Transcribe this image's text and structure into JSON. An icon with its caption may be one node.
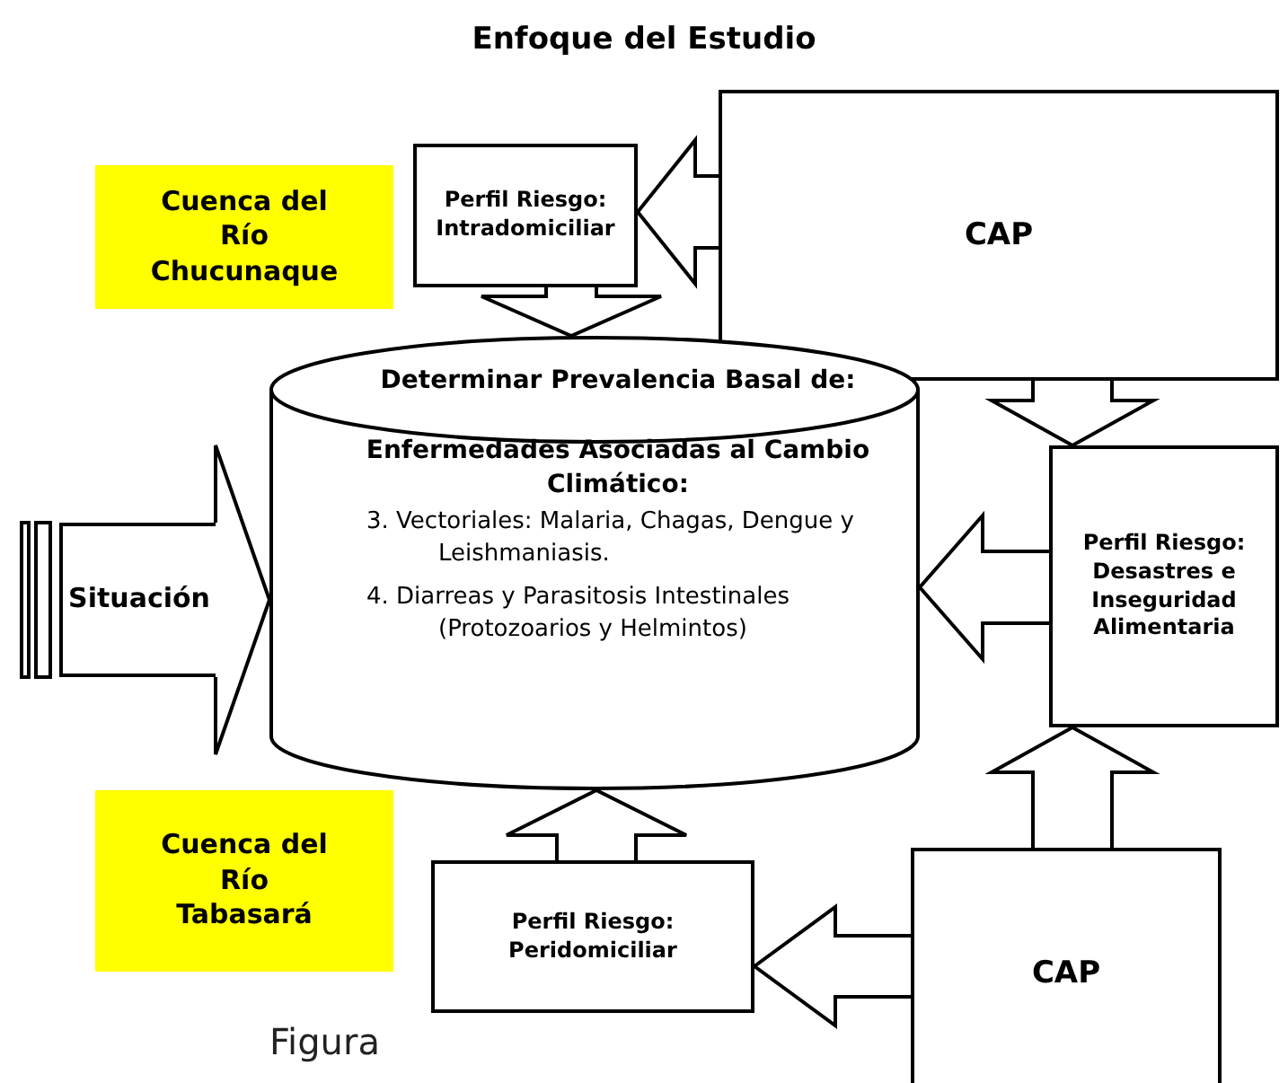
{
  "diagram": {
    "title": "Enfoque del Estudio",
    "nodes": [
      {
        "text": [
          "Perfil Riesgo: Intradomiciliar"
        ]
      },
      {
        "text": [
          "CAP"
        ]
      },
      {
        "text": [
          "Cuenca del Río Chucunaque"
        ]
      },
      {
        "text": [
          "Determinar Prevalencia Basal de:",
          "Enfermedades Asociadas al Cambio Climático:",
          "3. Vectoriales: Malaria, Chagas, Dengue y Leishmaniasis.",
          "4. Diarreas y Parasitosis Intestinales (Protozoarios y Helmintos)"
        ]
      },
      {
        "text": [
          "Situación"
        ]
      },
      {
        "text": [
          "Perfil Riesgo: Desastres e Inseguridad Alimentaria"
        ]
      },
      {
        "text": [
          "Cuenca del Río Tabasará"
        ]
      },
      {
        "text": [
          "Perfil Riesgo: Peridomiciliar"
        ]
      },
      {
        "text": [
          "CAP"
        ]
      }
    ],
    "edges": [
      {
        "from": 1,
        "to": 0,
        "arrow": "to"
      },
      {
        "from": 0,
        "to": 3,
        "arrow": "to"
      },
      {
        "from": 1,
        "to": 5,
        "arrow": "to"
      },
      {
        "from": 5,
        "to": 3,
        "arrow": "to"
      },
      {
        "from": 8,
        "to": 5,
        "arrow": "to"
      },
      {
        "from": 8,
        "to": 7,
        "arrow": "to"
      },
      {
        "from": 7,
        "to": 3,
        "arrow": "to"
      },
      {
        "from": 4,
        "to": 3,
        "arrow": "to"
      }
    ],
    "labels": [
      "Figura"
    ]
  }
}
